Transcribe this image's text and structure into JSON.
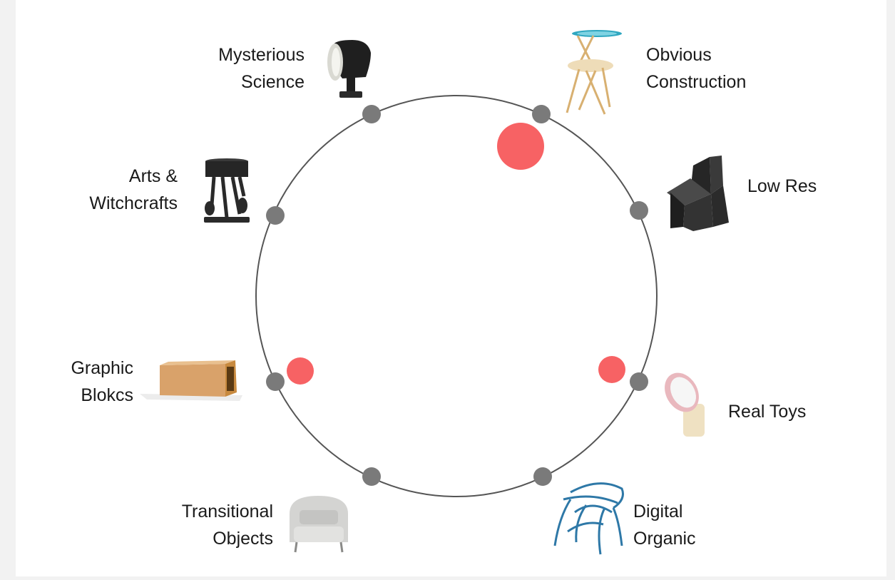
{
  "diagram": {
    "categories": [
      {
        "id": "mysterious-science",
        "label": "Mysterious\nScience",
        "icon": "lamp-icon"
      },
      {
        "id": "obvious-construction",
        "label": "Obvious\nConstruction",
        "icon": "side-table-icon"
      },
      {
        "id": "low-res",
        "label": "Low Res",
        "icon": "faceted-chair-icon"
      },
      {
        "id": "real-toys",
        "label": "Real Toys",
        "icon": "mirror-lamp-icon"
      },
      {
        "id": "digital-organic",
        "label": "Digital\nOrganic",
        "icon": "organic-chair-icon"
      },
      {
        "id": "transitional-objects",
        "label": "Transitional\nObjects",
        "icon": "armchair-icon"
      },
      {
        "id": "graphic-blokcs",
        "label": "Graphic\nBlokcs",
        "icon": "wooden-block-icon"
      },
      {
        "id": "arts-witchcrafts",
        "label": "Arts &\nWitchcrafts",
        "icon": "figurine-lamp-icon"
      }
    ],
    "highlights": [
      {
        "near": "obvious-construction",
        "size": "large"
      },
      {
        "near": "real-toys",
        "size": "small"
      },
      {
        "near": "graphic-blokcs",
        "size": "small"
      }
    ],
    "colors": {
      "ring": "#555555",
      "node": "#7a7a7a",
      "highlight": "#f76264",
      "background": "#ffffff"
    }
  }
}
